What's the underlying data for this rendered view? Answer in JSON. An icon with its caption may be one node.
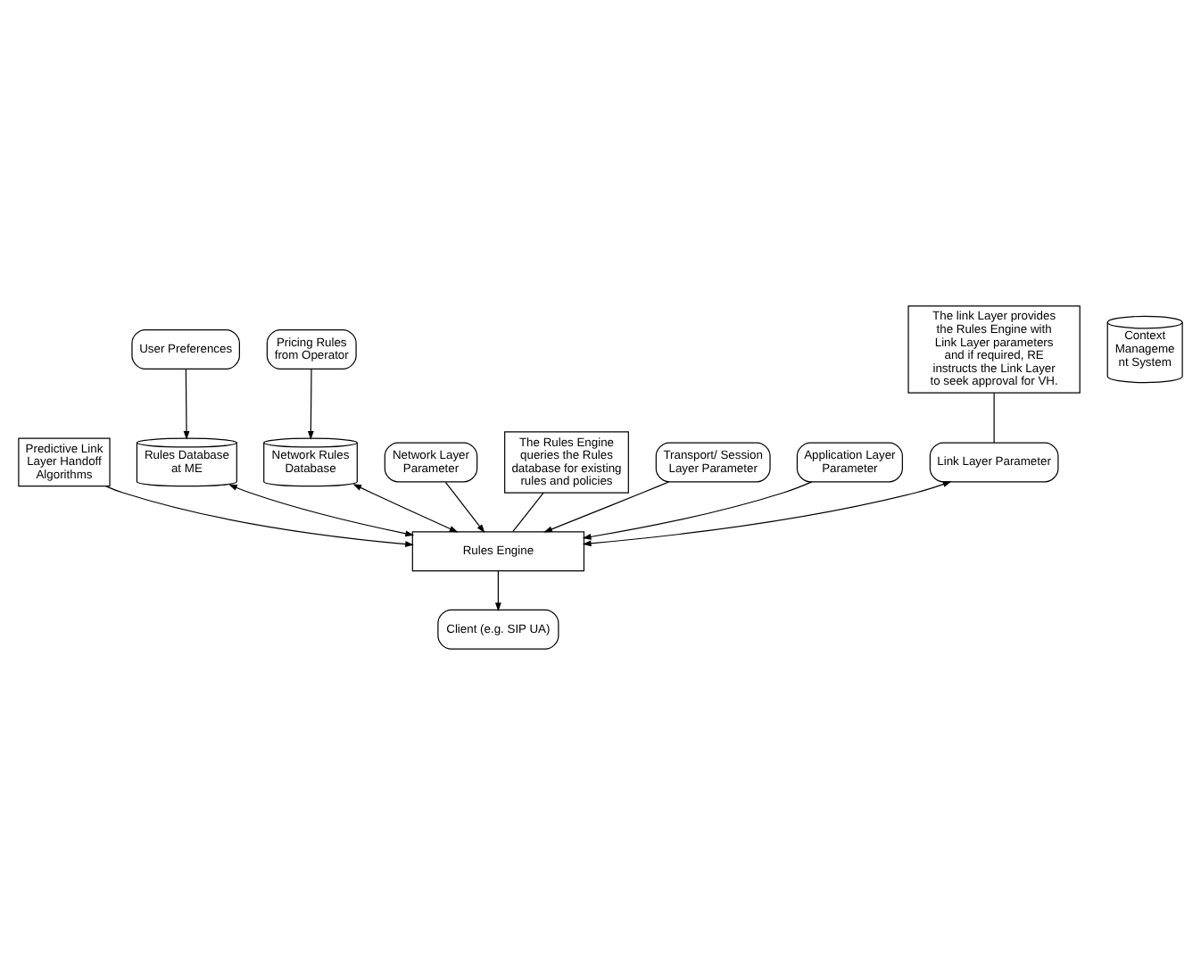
{
  "diagram": {
    "nodes": [
      {
        "text": [
          "Link Layer Parameter"
        ]
      },
      {
        "text": [
          "The link Layer provides the Rules Engine with Link Layer parameters and if required, RE instructs the Link Layer to seek approval for VH."
        ]
      },
      {
        "text": [
          "Predictive Link Layer Handoff Algorithms"
        ]
      },
      {
        "text": [
          "User Preferences"
        ]
      },
      {
        "text": [
          "Rules Database at ME"
        ]
      },
      {
        "text": [
          "Pricing Rules from Operator"
        ]
      },
      {
        "text": [
          "Network Rules Database"
        ]
      },
      {
        "text": [
          "Network Layer Parameter"
        ]
      },
      {
        "text": [
          "Rules Engine"
        ]
      },
      {
        "text": [
          "The Rules Engine queries the Rules database for existing rules and policies"
        ]
      },
      {
        "text": [
          "Transport/ Session Layer Parameter"
        ]
      },
      {
        "text": [
          "Client (e.g. SIP UA)"
        ]
      },
      {
        "text": [
          "Application Layer Parameter"
        ]
      },
      {
        "text": [
          "Context Manageme nt System"
        ]
      }
    ],
    "edges": [
      {
        "from": 1,
        "to": 0,
        "arrow": "none"
      },
      {
        "from": 0,
        "to": 8,
        "arrow": "both"
      },
      {
        "from": 2,
        "to": 8,
        "arrow": "to"
      },
      {
        "from": 3,
        "to": 4,
        "arrow": "to"
      },
      {
        "from": 4,
        "to": 8,
        "arrow": "both"
      },
      {
        "from": 5,
        "to": 6,
        "arrow": "to"
      },
      {
        "from": 6,
        "to": 8,
        "arrow": "both"
      },
      {
        "from": 7,
        "to": 8,
        "arrow": "to"
      },
      {
        "from": 9,
        "to": 8,
        "arrow": "none"
      },
      {
        "from": 10,
        "to": 8,
        "arrow": "to"
      },
      {
        "from": 8,
        "to": 11,
        "arrow": "to"
      },
      {
        "from": 12,
        "to": 8,
        "arrow": "to"
      }
    ]
  }
}
